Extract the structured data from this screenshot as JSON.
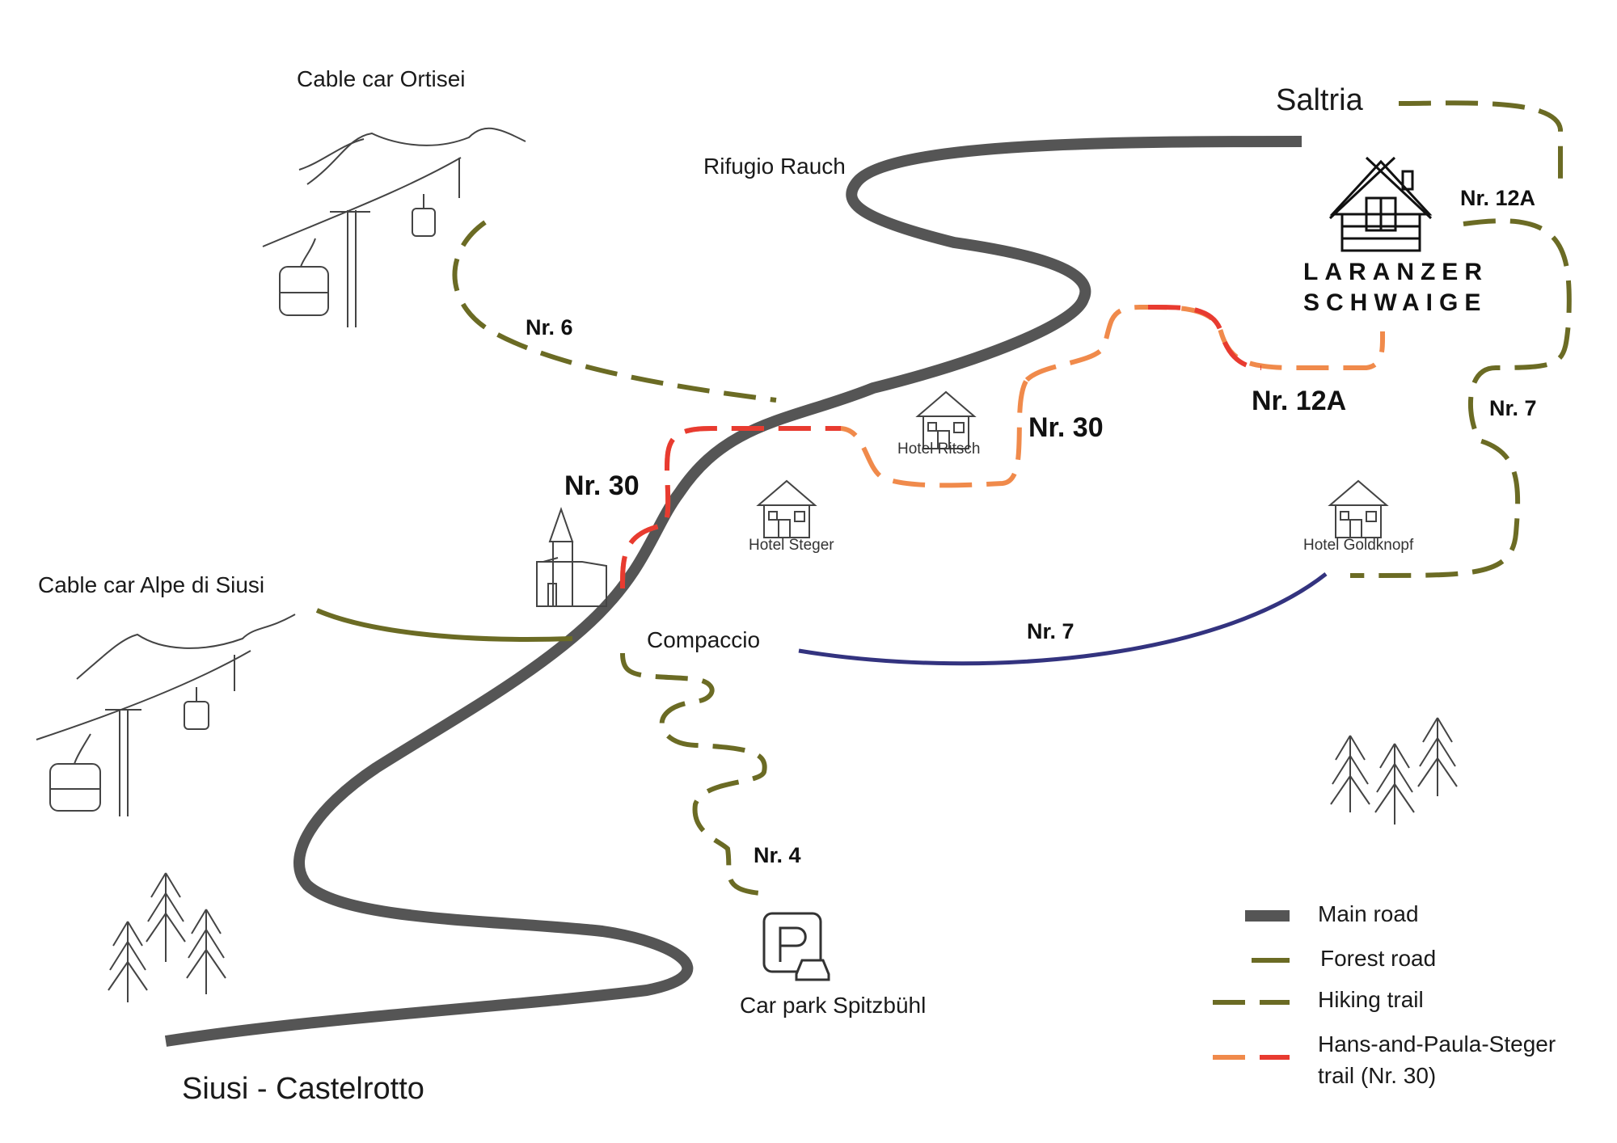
{
  "places": {
    "cable_car_ortisei": "Cable car Ortisei",
    "rifugio_rauch": "Rifugio Rauch",
    "saltria": "Saltria",
    "cable_car_alpe": "Cable car Alpe di Siusi",
    "compaccio": "Compaccio",
    "car_park": "Car park Spitzbühl",
    "siusi_castelrotto": "Siusi - Castelrotto"
  },
  "brand": {
    "line1": "LARANZER",
    "line2": "SCHWAIGE"
  },
  "hotels": {
    "ritsch": "Hotel Ritsch",
    "steger": "Hotel Steger",
    "goldknopf": "Hotel Goldknopf"
  },
  "trails": {
    "nr6": "Nr. 6",
    "nr30_left": "Nr. 30",
    "nr30_right": "Nr. 30",
    "nr12a_bottom": "Nr. 12A",
    "nr12a_top": "Nr. 12A",
    "nr7_right": "Nr. 7",
    "nr7_forest": "Nr. 7",
    "nr4": "Nr. 4"
  },
  "legend": {
    "main_road": "Main road",
    "forest_road": "Forest road",
    "hiking_trail": "Hiking trail",
    "steger_trail_line1": "Hans-and-Paula-Steger",
    "steger_trail_line2": "trail (Nr. 30)"
  },
  "colors": {
    "main_road": "#555555",
    "forest": "#6b6b24",
    "steger_orange": "#f08a4b",
    "steger_red": "#e83b30",
    "trail_blue": "#33337f",
    "sketch": "#444444"
  },
  "icons": {
    "cable_car": "cable-car-icon",
    "church": "church-icon",
    "hotel": "hotel-icon",
    "hut": "mountain-hut-icon",
    "parking": "parking-icon",
    "tree": "pine-tree-icon"
  }
}
